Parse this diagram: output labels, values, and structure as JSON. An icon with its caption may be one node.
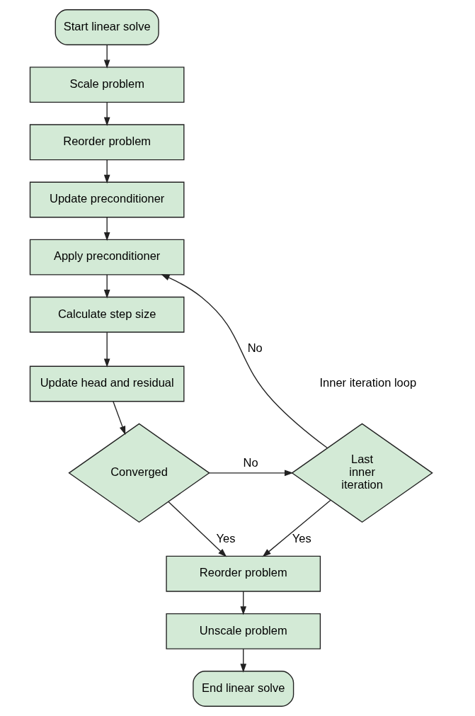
{
  "diagram": {
    "nodes": [
      {
        "text": [
          "Start linear solve"
        ]
      },
      {
        "text": [
          "Scale problem"
        ]
      },
      {
        "text": [
          "Reorder problem"
        ]
      },
      {
        "text": [
          "Update preconditioner"
        ]
      },
      {
        "text": [
          "Apply preconditioner"
        ]
      },
      {
        "text": [
          "Calculate step size"
        ]
      },
      {
        "text": [
          "Update head and residual"
        ]
      },
      {
        "text": [
          "Converged"
        ]
      },
      {
        "text": [
          "Last inner iteration"
        ]
      },
      {
        "text": [
          "Reorder problem"
        ]
      },
      {
        "text": [
          "Unscale problem"
        ]
      },
      {
        "text": [
          "End linear solve"
        ]
      }
    ],
    "edges": [
      {
        "from": 0,
        "to": 1,
        "arrow": "to"
      },
      {
        "from": 1,
        "to": 2,
        "arrow": "to"
      },
      {
        "from": 2,
        "to": 3,
        "arrow": "to"
      },
      {
        "from": 3,
        "to": 4,
        "arrow": "to"
      },
      {
        "from": 4,
        "to": 5,
        "arrow": "to"
      },
      {
        "from": 5,
        "to": 6,
        "arrow": "to"
      },
      {
        "from": 6,
        "to": 7,
        "arrow": "to"
      },
      {
        "from": 7,
        "to": 8,
        "arrow": "to",
        "label": "No"
      },
      {
        "from": 8,
        "to": 4,
        "arrow": "to",
        "label": "No"
      },
      {
        "from": 7,
        "to": 9,
        "arrow": "to",
        "label": "Yes"
      },
      {
        "from": 8,
        "to": 9,
        "arrow": "to",
        "label": "Yes"
      },
      {
        "from": 9,
        "to": 10,
        "arrow": "to"
      },
      {
        "from": 10,
        "to": 11,
        "arrow": "to"
      }
    ],
    "labels": [
      "Inner iteration loop"
    ]
  }
}
